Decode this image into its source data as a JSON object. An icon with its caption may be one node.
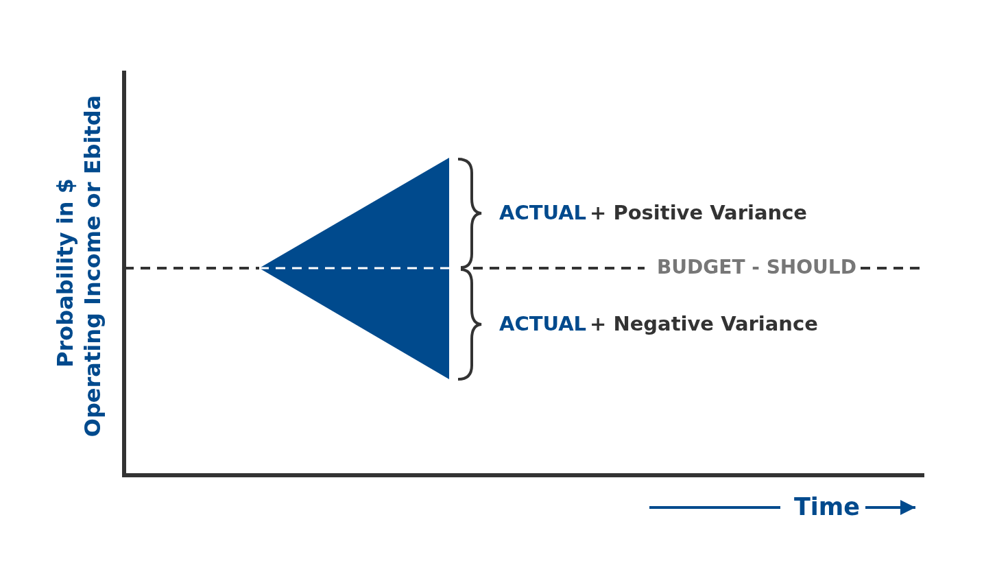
{
  "diagram": {
    "labels": [
      "Probability in $",
      "Operating Income or Ebitda",
      "ACTUAL",
      "+ Positive Variance",
      "BUDGET - SHOULD",
      "ACTUAL",
      "+ Negative Variance",
      "Time"
    ]
  }
}
